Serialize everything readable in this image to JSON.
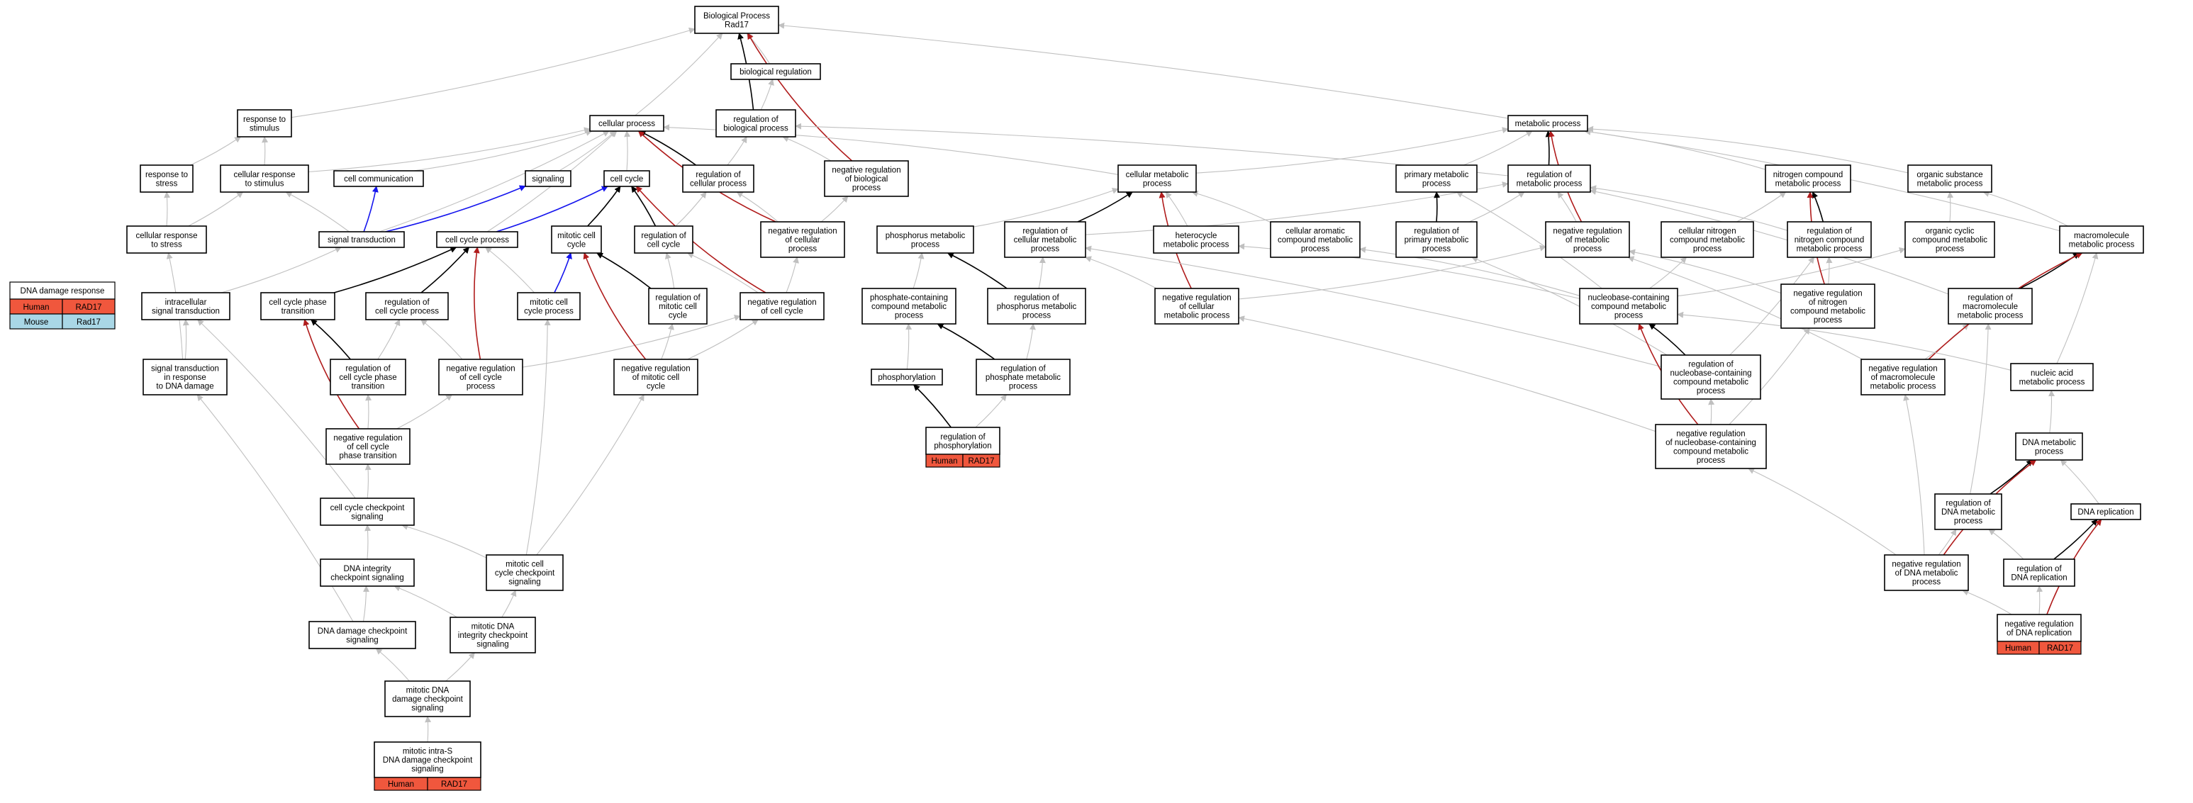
{
  "diagram": {
    "title": "Biological Process Rad17",
    "nodes": [
      {
        "id": "bp",
        "label": "Biological Process\nRad17"
      },
      {
        "id": "biological-regulation",
        "label": "biological regulation"
      },
      {
        "id": "response-to-stimulus",
        "label": "response to\nstimulus"
      },
      {
        "id": "cellular-process",
        "label": "cellular process"
      },
      {
        "id": "regulation-of-biological-process",
        "label": "regulation of\nbiological process"
      },
      {
        "id": "metabolic-process",
        "label": "metabolic process"
      },
      {
        "id": "response-to-stress",
        "label": "response to\nstress"
      },
      {
        "id": "cellular-response-to-stimulus",
        "label": "cellular response\nto stimulus"
      },
      {
        "id": "cell-communication",
        "label": "cell communication"
      },
      {
        "id": "signaling",
        "label": "signaling"
      },
      {
        "id": "cell-cycle",
        "label": "cell cycle"
      },
      {
        "id": "regulation-of-cellular-process",
        "label": "regulation of\ncellular process"
      },
      {
        "id": "negative-regulation-of-biological-process",
        "label": "negative regulation\nof biological\nprocess"
      },
      {
        "id": "cellular-metabolic-process",
        "label": "cellular metabolic\nprocess"
      },
      {
        "id": "primary-metabolic-process",
        "label": "primary metabolic\nprocess"
      },
      {
        "id": "regulation-of-metabolic-process",
        "label": "regulation of\nmetabolic process"
      },
      {
        "id": "nitrogen-compound-metabolic-process",
        "label": "nitrogen compound\nmetabolic process"
      },
      {
        "id": "organic-substance-metabolic-process",
        "label": "organic substance\nmetabolic process"
      },
      {
        "id": "cellular-response-to-stress",
        "label": "cellular response\nto stress"
      },
      {
        "id": "signal-transduction",
        "label": "signal transduction"
      },
      {
        "id": "cell-cycle-process",
        "label": "cell cycle process"
      },
      {
        "id": "mitotic-cell-cycle",
        "label": "mitotic cell\ncycle"
      },
      {
        "id": "regulation-of-cell-cycle",
        "label": "regulation of\ncell cycle"
      },
      {
        "id": "negative-regulation-of-cellular-process",
        "label": "negative regulation\nof cellular\nprocess"
      },
      {
        "id": "phosphorus-metabolic-process",
        "label": "phosphorus metabolic\nprocess"
      },
      {
        "id": "regulation-of-cellular-metabolic-process",
        "label": "regulation of\ncellular metabolic\nprocess"
      },
      {
        "id": "heterocycle-metabolic-process",
        "label": "heterocycle\nmetabolic process"
      },
      {
        "id": "cellular-aromatic-compound-metabolic-process",
        "label": "cellular aromatic\ncompound metabolic\nprocess"
      },
      {
        "id": "regulation-of-primary-metabolic-process",
        "label": "regulation of\nprimary metabolic\nprocess"
      },
      {
        "id": "negative-regulation-of-metabolic-process",
        "label": "negative regulation\nof metabolic\nprocess"
      },
      {
        "id": "cellular-nitrogen-compound-metabolic-process",
        "label": "cellular nitrogen\ncompound metabolic\nprocess"
      },
      {
        "id": "regulation-of-nitrogen-compound-metabolic-process",
        "label": "regulation of\nnitrogen compound\nmetabolic process"
      },
      {
        "id": "organic-cyclic-compound-metabolic-process",
        "label": "organic cyclic\ncompound metabolic\nprocess"
      },
      {
        "id": "macromolecule-metabolic-process",
        "label": "macromolecule\nmetabolic process"
      },
      {
        "id": "intracellular-signal-transduction",
        "label": "intracellular\nsignal transduction"
      },
      {
        "id": "cell-cycle-phase-transition",
        "label": "cell cycle phase\ntransition"
      },
      {
        "id": "regulation-of-cell-cycle-process",
        "label": "regulation of\ncell cycle process"
      },
      {
        "id": "mitotic-cell-cycle-process",
        "label": "mitotic cell\ncycle process"
      },
      {
        "id": "regulation-of-mitotic-cell-cycle",
        "label": "regulation of\nmitotic cell\ncycle"
      },
      {
        "id": "negative-regulation-of-cell-cycle",
        "label": "negative regulation\nof cell cycle"
      },
      {
        "id": "phosphate-containing-compound-metabolic-process",
        "label": "phosphate-containing\ncompound metabolic\nprocess"
      },
      {
        "id": "regulation-of-phosphorus-metabolic-process",
        "label": "regulation of\nphosphorus metabolic\nprocess"
      },
      {
        "id": "negative-regulation-of-cellular-metabolic-process",
        "label": "negative regulation\nof cellular\nmetabolic process"
      },
      {
        "id": "nucleobase-containing-compound-metabolic-process",
        "label": "nucleobase-containing\ncompound metabolic\nprocess"
      },
      {
        "id": "negative-regulation-of-nitrogen-compound-metabolic-process",
        "label": "negative regulation\nof nitrogen\ncompound metabolic\nprocess"
      },
      {
        "id": "regulation-of-macromolecule-metabolic-process",
        "label": "regulation of\nmacromolecule\nmetabolic process"
      },
      {
        "id": "signal-transduction-in-response-to-dna-damage",
        "label": "signal transduction\nin response\nto DNA damage"
      },
      {
        "id": "regulation-of-cell-cycle-phase-transition",
        "label": "regulation of\ncell cycle phase\ntransition"
      },
      {
        "id": "negative-regulation-of-cell-cycle-process",
        "label": "negative regulation\nof cell cycle\nprocess"
      },
      {
        "id": "negative-regulation-of-mitotic-cell-cycle",
        "label": "negative regulation\nof mitotic cell\ncycle"
      },
      {
        "id": "phosphorylation",
        "label": "phosphorylation"
      },
      {
        "id": "regulation-of-phosphate-metabolic-process",
        "label": "regulation of\nphosphate metabolic\nprocess"
      },
      {
        "id": "regulation-of-nucleobase-containing-compound-metabolic-process",
        "label": "regulation of\nnucleobase-containing\ncompound metabolic\nprocess"
      },
      {
        "id": "negative-regulation-of-macromolecule-metabolic-process",
        "label": "negative regulation\nof macromolecule\nmetabolic process"
      },
      {
        "id": "nucleic-acid-metabolic-process",
        "label": "nucleic acid\nmetabolic process"
      },
      {
        "id": "negative-regulation-of-cell-cycle-phase-transition",
        "label": "negative regulation\nof cell cycle\nphase transition"
      },
      {
        "id": "regulation-of-phosphorylation",
        "label": "regulation of\nphosphorylation"
      },
      {
        "id": "negative-regulation-of-nucleobase-containing-compound-metabolic-process",
        "label": "negative regulation\nof nucleobase-containing\ncompound metabolic\nprocess"
      },
      {
        "id": "dna-metabolic-process",
        "label": "DNA metabolic\nprocess"
      },
      {
        "id": "cell-cycle-checkpoint-signaling",
        "label": "cell cycle checkpoint\nsignaling"
      },
      {
        "id": "regulation-of-dna-metabolic-process",
        "label": "regulation of\nDNA metabolic\nprocess"
      },
      {
        "id": "dna-replication",
        "label": "DNA replication"
      },
      {
        "id": "dna-integrity-checkpoint-signaling",
        "label": "DNA integrity\ncheckpoint signaling"
      },
      {
        "id": "mitotic-cell-cycle-checkpoint-signaling",
        "label": "mitotic cell\ncycle checkpoint\nsignaling"
      },
      {
        "id": "negative-regulation-of-dna-metabolic-process",
        "label": "negative regulation\nof DNA metabolic\nprocess"
      },
      {
        "id": "regulation-of-dna-replication",
        "label": "regulation of\nDNA replication"
      },
      {
        "id": "dna-damage-checkpoint-signaling",
        "label": "DNA damage checkpoint\nsignaling"
      },
      {
        "id": "mitotic-dna-integrity-checkpoint-signaling",
        "label": "mitotic DNA\nintegrity checkpoint\nsignaling"
      },
      {
        "id": "negative-regulation-of-dna-replication",
        "label": "negative regulation\nof DNA replication"
      },
      {
        "id": "mitotic-dna-damage-checkpoint-signaling",
        "label": "mitotic DNA\ndamage checkpoint\nsignaling"
      },
      {
        "id": "mitotic-intra-s-dna-damage-checkpoint-signaling",
        "label": "mitotic intra-S\nDNA damage checkpoint\nsignaling"
      }
    ],
    "annotations": [
      {
        "node": "regulation-of-phosphorylation",
        "cells": [
          "Human",
          "RAD17"
        ]
      },
      {
        "node": "negative-regulation-of-dna-replication",
        "cells": [
          "Human",
          "RAD17"
        ]
      },
      {
        "node": "mitotic-intra-s-dna-damage-checkpoint-signaling",
        "cells": [
          "Human",
          "RAD17"
        ]
      }
    ],
    "legend": {
      "title": "DNA damage response",
      "rows": [
        {
          "cells": [
            "Human",
            "RAD17"
          ],
          "color": "#f0573d"
        },
        {
          "cells": [
            "Mouse",
            "Rad17"
          ],
          "color": "#a9d7e6"
        }
      ]
    },
    "colors": {
      "is_a": "#c0c0c0",
      "part_of": "#000000",
      "negatively_regulates": "#b01c1c",
      "positively_regulates": "#1515ee",
      "human_cell": "#f0573d",
      "mouse_cell": "#a9d7e6"
    }
  }
}
